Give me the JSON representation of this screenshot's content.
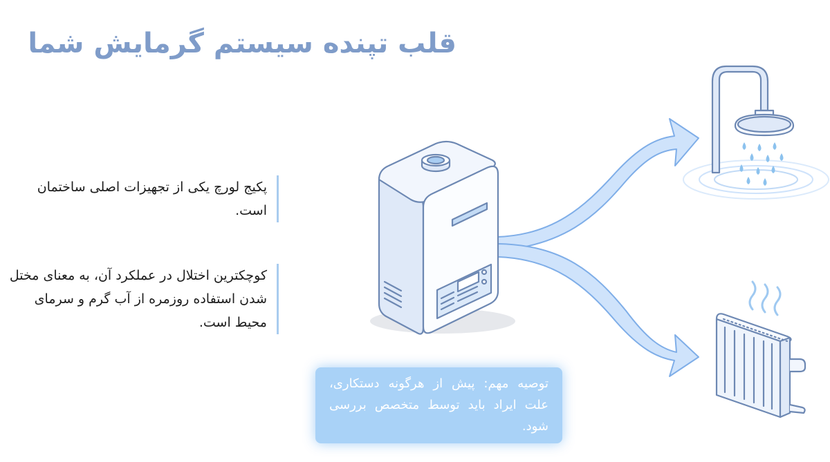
{
  "title": "قلب تپنده سیستم گرمایش شما",
  "paragraphs": [
    "پکیج لورچ یکی از تجهیزات اصلی ساختمان است.",
    "کوچکترین اختلال در عملکرد آن، به معنای مختل شدن استفاده روزمره از آب گرم و سرمای محیط است."
  ],
  "tip": "توصیه مهم: پیش از هرگونه دستکاری، علت ایراد باید توسط متخصص بررسی شود.",
  "colors": {
    "title": "#7f9cc9",
    "accent_line": "#a9ccef",
    "arrow_fill": "#cfe3fb",
    "arrow_stroke": "#7faee8",
    "tip_bg": "#a9d2f7",
    "water_drop": "#8cc2ee"
  },
  "icons": [
    "boiler-icon",
    "shower-icon",
    "radiator-icon",
    "heat-waves-icon",
    "arrow-to-shower",
    "arrow-to-radiator"
  ]
}
